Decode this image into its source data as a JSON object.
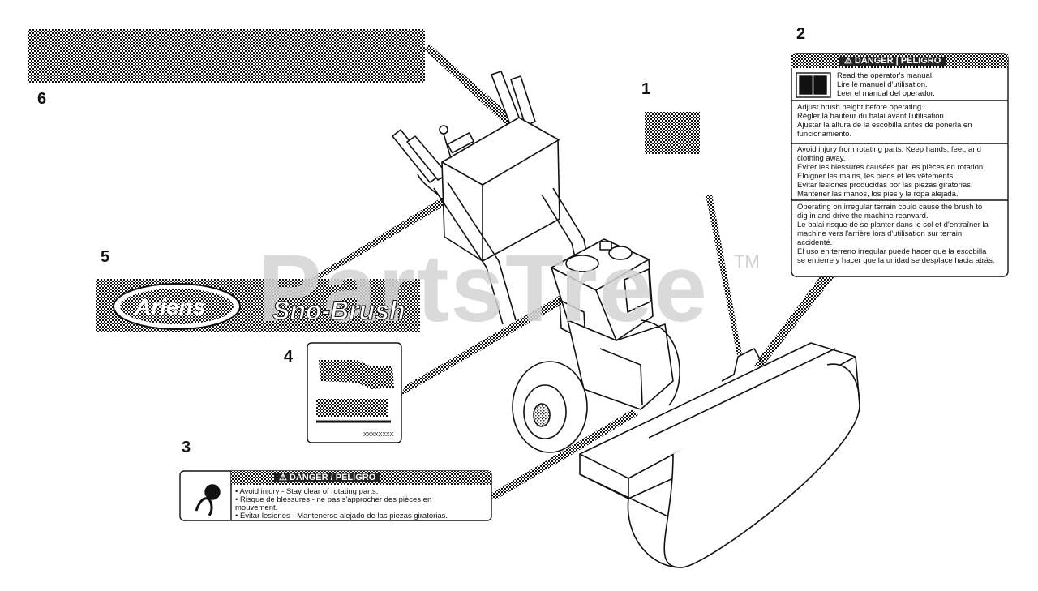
{
  "watermark": {
    "text": "PartsTree",
    "tm": "TM"
  },
  "callouts": [
    "1",
    "2",
    "3",
    "4",
    "5",
    "6"
  ],
  "decal2": {
    "header": "⚠ DANGER | PELIGRO",
    "manual": [
      "Read the operator's manual.",
      "Lire le manuel d'utilisation.",
      "Leer el manual del operador."
    ],
    "brush": [
      "Adjust brush height before operating.",
      "Régler la hauteur du balai avant l'utilisation.",
      "Ajustar la altura de la escobilla antes de ponerla en",
      "funcionamiento."
    ],
    "rotating": [
      "Avoid injury from rotating parts. Keep hands, feet, and",
      "clothing away.",
      "Éviter les blessures causées par les pièces en rotation.",
      "Éloigner les mains, les pieds et les vêtements.",
      "Evitar lesiones producidas por las piezas giratorias.",
      "Mantener las manos, los pies y la ropa alejada."
    ],
    "terrain": [
      "Operating on irregular terrain could cause the brush to",
      "dig in and drive the machine rearward.",
      "Le balai risque de se planter dans le sol et d'entraîner la",
      "machine vers l'arrière lors d'utilisation sur terrain",
      "accidenté.",
      "El uso en terreno irregular puede hacer que la escobilla",
      "se entierre y hacer que la unidad se desplace hacia atrás."
    ]
  },
  "decal3": {
    "header": "⚠ DANGER / PELIGRO",
    "lines": [
      "• Avoid injury - Stay clear of rotating parts.",
      "• Risque de blessures - ne pas s'approcher des pièces en",
      "  mouvement.",
      "• Evitar lesiones - Mantenerse alejado de las piezas giratorias."
    ]
  },
  "decal4": {
    "code": "XXXXXXXX"
  },
  "decal5": {
    "brand": "Ariens",
    "product": "Sno-Brush"
  }
}
